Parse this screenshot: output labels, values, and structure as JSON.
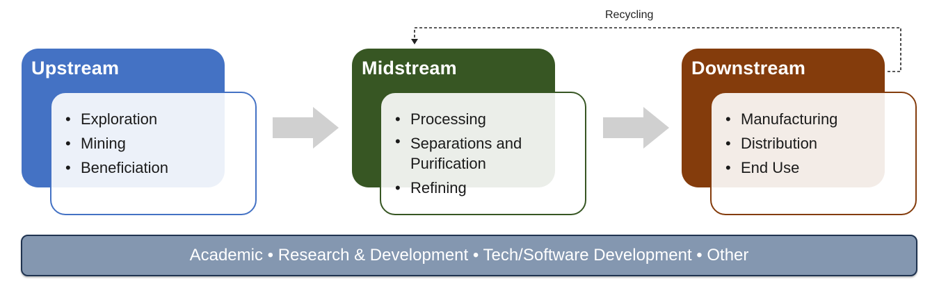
{
  "stages": [
    {
      "key": "upstream",
      "title": "Upstream",
      "color": "#4472c4",
      "items": [
        "Exploration",
        "Mining",
        "Beneficiation"
      ]
    },
    {
      "key": "midstream",
      "title": "Midstream",
      "color": "#375623",
      "items": [
        "Processing",
        "Separations and Purification",
        "Refining"
      ]
    },
    {
      "key": "downstream",
      "title": "Downstream",
      "color": "#843c0c",
      "items": [
        "Manufacturing",
        "Distribution",
        "End Use"
      ]
    }
  ],
  "recycle_label": "Recycling",
  "arrow_color": "#d0d0d0",
  "bottom_bar": {
    "text": "Academic • Research & Development • Tech/Software Development • Other",
    "fill": "#8497b0",
    "border": "#1f3350"
  }
}
